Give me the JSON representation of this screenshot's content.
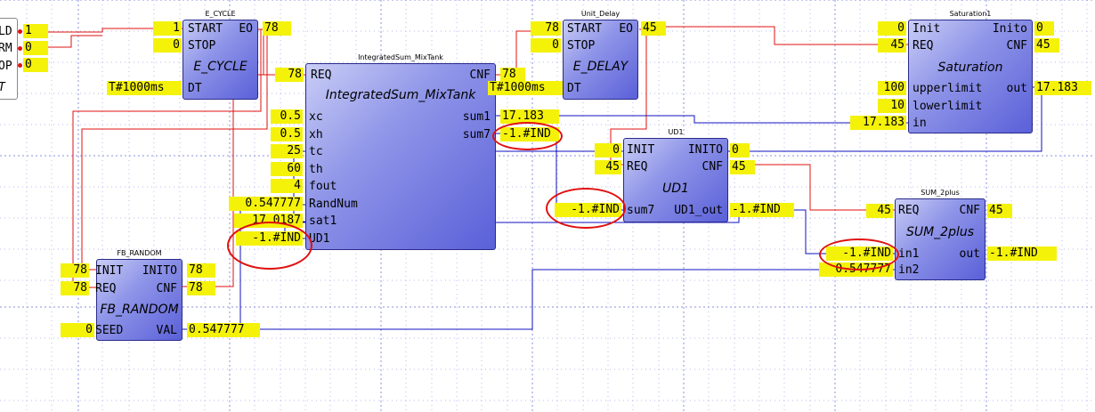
{
  "left_stub": {
    "pins": [
      "LD",
      "RM",
      "OP",
      "T"
    ],
    "values": [
      "1",
      "0",
      "0"
    ]
  },
  "e_cycle": {
    "instance": "E_CYCLE",
    "type": "E_CYCLE",
    "in_pins": [
      "START",
      "STOP",
      "DT"
    ],
    "out_pins": [
      "EO"
    ],
    "vals": {
      "start": "1",
      "stop": "0",
      "dt": "T#1000ms",
      "eo": "78"
    }
  },
  "mixtank": {
    "instance": "IntegratedSum_MixTank",
    "type": "IntegratedSum_MixTank",
    "in_pins": [
      "REQ",
      "xc",
      "xh",
      "tc",
      "th",
      "fout",
      "RandNum",
      "sat1",
      "UD1"
    ],
    "out_pins": [
      "CNF",
      "sum1",
      "sum7"
    ],
    "vals": {
      "req": "78",
      "xc": "0.5",
      "xh": "0.5",
      "tc": "25",
      "th": "60",
      "fout": "4",
      "randnum": "0.547777",
      "sat1": "17.0187",
      "ud1": "-1.#IND",
      "cnf": "78",
      "sum1": "17.183",
      "sum7": "-1.#IND"
    }
  },
  "unit_delay": {
    "instance": "Unit_Delay",
    "type": "E_DELAY",
    "in_pins": [
      "START",
      "STOP",
      "DT"
    ],
    "out_pins": [
      "EO"
    ],
    "vals": {
      "start": "78",
      "stop": "0",
      "dt": "T#1000ms",
      "eo": "45"
    }
  },
  "saturation": {
    "instance": "Saturation1",
    "type": "Saturation",
    "in_pins": [
      "Init",
      "REQ",
      "upperlimit",
      "lowerlimit",
      "in"
    ],
    "out_pins": [
      "Inito",
      "CNF",
      "out"
    ],
    "vals": {
      "init": "0",
      "req": "45",
      "upper": "100",
      "lower": "10",
      "in": "17.183",
      "inito": "0",
      "cnf": "45",
      "out": "17.183"
    }
  },
  "ud1": {
    "instance": "UD1",
    "type": "UD1",
    "in_pins": [
      "INIT",
      "REQ",
      "sum7"
    ],
    "out_pins": [
      "INITO",
      "CNF",
      "UD1_out"
    ],
    "vals": {
      "init": "0",
      "req": "45",
      "sum7": "-1.#IND",
      "inito": "0",
      "cnf": "45",
      "out": "-1.#IND"
    }
  },
  "sum2plus": {
    "instance": "SUM_2plus",
    "type": "SUM_2plus",
    "in_pins": [
      "REQ",
      "in1",
      "in2"
    ],
    "out_pins": [
      "CNF",
      "out"
    ],
    "vals": {
      "req": "45",
      "in1": "-1.#IND",
      "in2": "0.547777",
      "cnf": "45",
      "out": "-1.#IND"
    }
  },
  "fb_random": {
    "instance": "FB_RANDOM",
    "type": "FB_RANDOM",
    "in_pins": [
      "INIT",
      "REQ",
      "SEED"
    ],
    "out_pins": [
      "INITO",
      "CNF",
      "VAL"
    ],
    "vals": {
      "init": "78",
      "req": "78",
      "seed": "0",
      "inito": "78",
      "cnf": "78",
      "val": "0.547777"
    }
  },
  "colors": {
    "event_wire": "#e01010",
    "data_wire": "#1010c0",
    "value_bg": "#f5f20a",
    "annotation": "#e01010"
  }
}
